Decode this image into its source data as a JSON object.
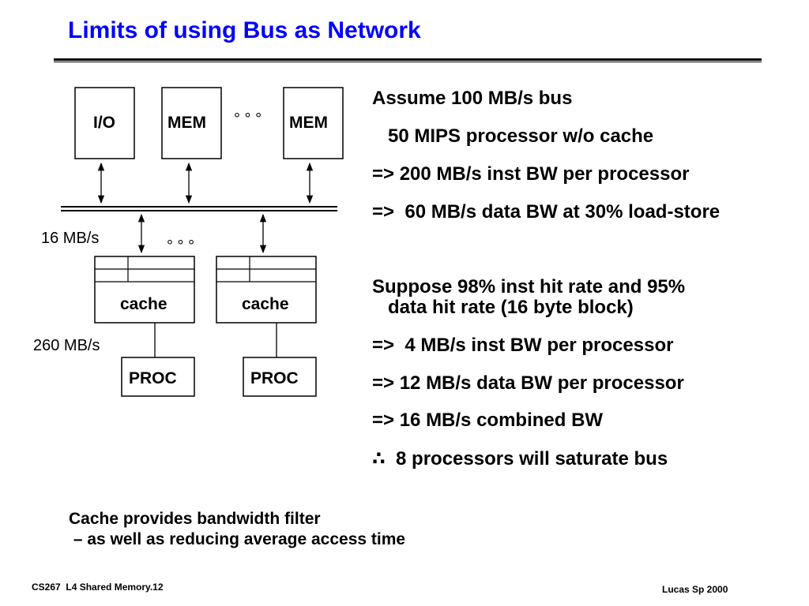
{
  "slide": {
    "title": "Limits of using Bus as Network"
  },
  "diagram": {
    "top_boxes": [
      "I/O",
      "MEM",
      "MEM"
    ],
    "top_ellipsis": "° ° °",
    "mid_ellipsis": "° ° °",
    "bus_rate": "16 MB/s",
    "cache_rate": "260 MB/s",
    "cache_label": "cache",
    "proc_label": "PROC"
  },
  "text_lines": [
    "Assume 100 MB/s bus",
    "   50 MIPS processor w/o cache",
    "=> 200 MB/s inst BW per processor",
    "=>  60 MB/s data BW at 30% load-store",
    "Suppose 98% inst hit rate and 95%",
    "   data hit rate (16 byte block)",
    "=>  4 MB/s inst BW per processor",
    "=> 12 MB/s data BW per processor",
    "=> 16 MB/s combined BW",
    "∴  8 processors will saturate bus"
  ],
  "notes": [
    "Cache provides bandwidth filter",
    " – as well as reducing average access time"
  ],
  "footer": {
    "left": "CS267  L4 Shared Memory.12",
    "right": "Lucas Sp 2000"
  }
}
